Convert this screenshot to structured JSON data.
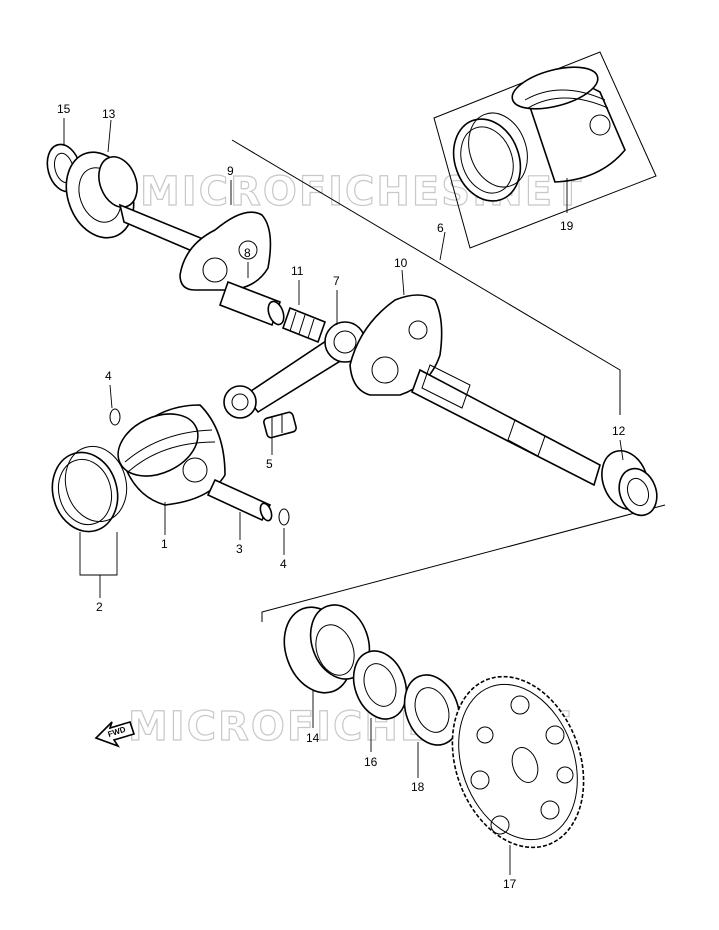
{
  "watermark": "MICROFICHES.NET",
  "fwd_label": "FWD",
  "callouts": [
    {
      "id": "c1",
      "label": "1"
    },
    {
      "id": "c2",
      "label": "2"
    },
    {
      "id": "c3",
      "label": "3"
    },
    {
      "id": "c4a",
      "label": "4"
    },
    {
      "id": "c4b",
      "label": "4"
    },
    {
      "id": "c5",
      "label": "5"
    },
    {
      "id": "c6",
      "label": "6"
    },
    {
      "id": "c7",
      "label": "7"
    },
    {
      "id": "c8",
      "label": "8"
    },
    {
      "id": "c9",
      "label": "9"
    },
    {
      "id": "c10",
      "label": "10"
    },
    {
      "id": "c11",
      "label": "11"
    },
    {
      "id": "c12",
      "label": "12"
    },
    {
      "id": "c13",
      "label": "13"
    },
    {
      "id": "c14",
      "label": "14"
    },
    {
      "id": "c15",
      "label": "15"
    },
    {
      "id": "c16",
      "label": "16"
    },
    {
      "id": "c17",
      "label": "17"
    },
    {
      "id": "c18",
      "label": "18"
    },
    {
      "id": "c19",
      "label": "19"
    }
  ]
}
